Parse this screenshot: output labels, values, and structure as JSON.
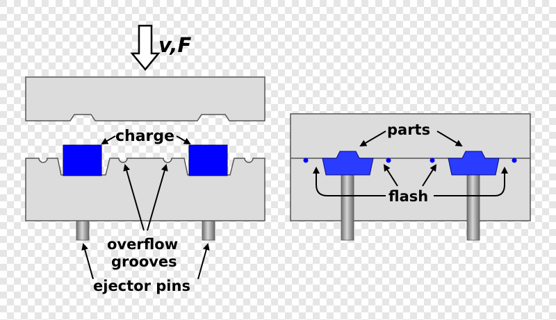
{
  "labels": {
    "force": "v,F",
    "charge": "charge",
    "overflow": "overflow",
    "grooves": "grooves",
    "ejector": "ejector pins",
    "parts": "parts",
    "flash": "flash"
  },
  "colors": {
    "mold": "#dcdcdc",
    "mold_stroke": "#555555",
    "charge": "#0000ff",
    "part": "#2a3cff",
    "pin": "#a9a9a9"
  }
}
